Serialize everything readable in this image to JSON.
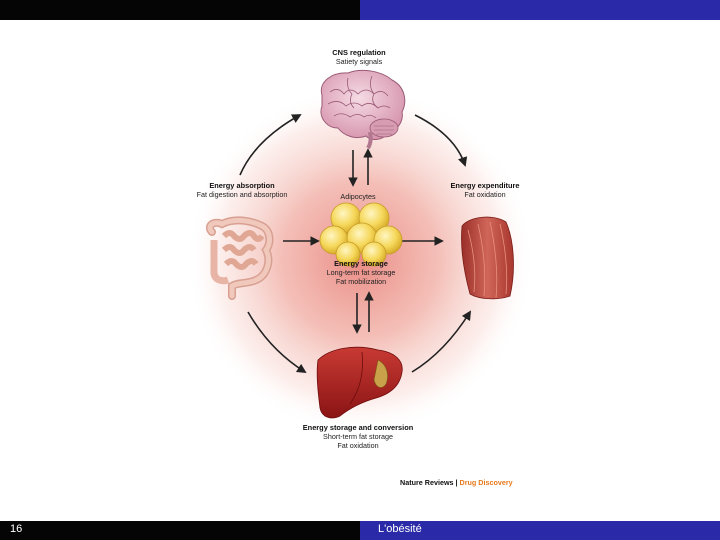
{
  "slide": {
    "number": "16",
    "footer_title": "L'obésité"
  },
  "diagram": {
    "cns": {
      "title": "CNS regulation",
      "sub1": "Satiety signals"
    },
    "absorption": {
      "title": "Energy absorption",
      "sub1": "Fat digestion and absorption"
    },
    "expenditure": {
      "title": "Energy expenditure",
      "sub1": "Fat oxidation"
    },
    "adipocytes": {
      "label": "Adipocytes"
    },
    "storage": {
      "title": "Energy storage",
      "sub1": "Long-term fat storage",
      "sub2": "Fat mobilization"
    },
    "conversion": {
      "title": "Energy storage and conversion",
      "sub1": "Short-term fat storage",
      "sub2": "Fat oxidation"
    },
    "credit": {
      "journal": "Nature Reviews",
      "separator": " | ",
      "section": "Drug Discovery"
    }
  },
  "colors": {
    "bar_dark": "#050505",
    "bar_blue": "#2a2aa8",
    "glow": "#e8867e",
    "fat_yellow": "#f5d75a",
    "liver_red": "#a61e1e",
    "muscle_red": "#b8423a",
    "intestine_pink": "#e8b4a6",
    "brain_pink": "#e6b6c8",
    "credit_orange": "#e87a1e"
  }
}
